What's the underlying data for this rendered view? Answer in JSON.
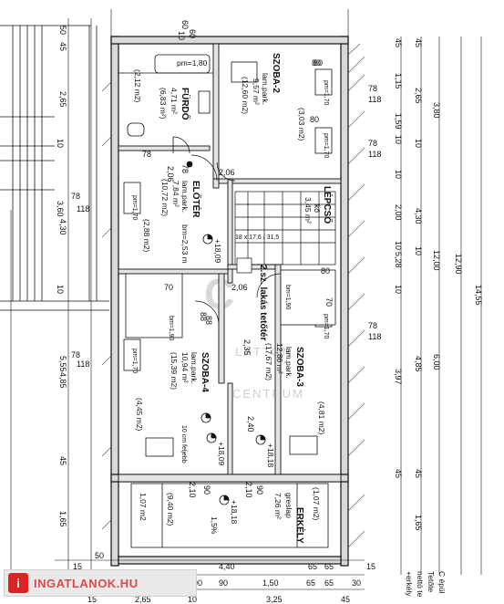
{
  "rooms": {
    "furdo": {
      "name": "FÜRDŐ",
      "area": "4,71 m²",
      "area2": "(6,83 m²)",
      "extra": "(2,12 m2)",
      "pm": "pm=1,80"
    },
    "szoba2": {
      "name": "SZOBA-2",
      "floor": "lam.park.",
      "area": "9,57 m²",
      "area2": "(12,60 m2)",
      "extra": "(3,03 m2)"
    },
    "eloter": {
      "name": "ELŐTÉR",
      "floor": "lam.park.",
      "area": "7,84 m²",
      "area2": "(10,72 m2)",
      "extra": "(2,88 m2)",
      "bm": "bm=2,53 m"
    },
    "lepcso": {
      "name": "LÉPCSŐ",
      "floor": "kő",
      "area": "3,45 m²",
      "steps": "18 x 17,6 / 31,5"
    },
    "lakas": {
      "title": "2.sz. lakás tetőtér"
    },
    "szoba4": {
      "name": "SZOBA-4",
      "floor": "lam.park.",
      "area": "10,94 m²",
      "area2": "(15,39 m2)",
      "extra": "(4,45 m2)"
    },
    "szoba3": {
      "name": "SZOBA-3",
      "floor": "lam.park.",
      "area": "12,86 m²",
      "area2": "(17,67 m2)",
      "extra": "(4,81 m2)"
    },
    "erkely": {
      "name": "ERKÉLY",
      "floor": "greslap",
      "area": "7,26 m²",
      "extra1": "(1,07 m2)",
      "extra2": "(9,40 m2)",
      "extra3": "1,07 m2"
    }
  },
  "levels": {
    "l1": "+18,09",
    "l2": "+18,09",
    "l3": "+18,18",
    "l4": "+18,18",
    "slope": "1,5%",
    "vent": "10 cm feljebb"
  },
  "marks": {
    "bm190": "bm=1,90",
    "pm170": "pm=1,70"
  },
  "dims_left": [
    "50",
    "45",
    "2,65",
    "10",
    "3,60",
    "4,30",
    "10",
    "5,55",
    "4,85",
    "45",
    "1,65"
  ],
  "dims_left_wall": [
    "78",
    "118",
    "78",
    "118"
  ],
  "dims_right_a": [
    "45",
    "1,15",
    "1,59",
    "10",
    "10",
    "2,00",
    "10",
    "5,28",
    "10",
    "3,97",
    "45"
  ],
  "dims_right_b": [
    "45",
    "2,65",
    "10",
    "4,30",
    "10",
    "4,85",
    "45",
    "1,65"
  ],
  "dims_right_c": [
    "3,80",
    "12,00",
    "6,00",
    "12,90",
    "14,55"
  ],
  "dims_right_wall": [
    "78",
    "118",
    "78",
    "118",
    "78",
    "118"
  ],
  "dims_top": [
    "60",
    "10",
    "60",
    "80",
    "80"
  ],
  "dims_bottom_a": [
    "15",
    "50",
    "4,40",
    "65",
    "65",
    "15"
  ],
  "dims_bottom_b": [
    "30",
    "90",
    "1,20",
    "90",
    "90",
    "1,50",
    "65",
    "65",
    "30"
  ],
  "dims_bottom_c": [
    "15",
    "2,65",
    "10",
    "3,25",
    "45"
  ],
  "inner_dims": [
    "2,06",
    "78",
    "2,06",
    "88",
    "2,06",
    "88",
    "2,35",
    "2,40",
    "2,10",
    "2,10",
    "90",
    "90",
    "70",
    "80",
    "80",
    "70",
    "78"
  ],
  "notes": [
    "C épül",
    "Tetőte",
    "nettó te",
    "+erkély"
  ],
  "watermark": {
    "mark": "C",
    "line1": "LÁTTON",
    "line2": "CENTRUM"
  },
  "logo": {
    "name": "INGATLANOK.HU",
    "badge": "i"
  }
}
